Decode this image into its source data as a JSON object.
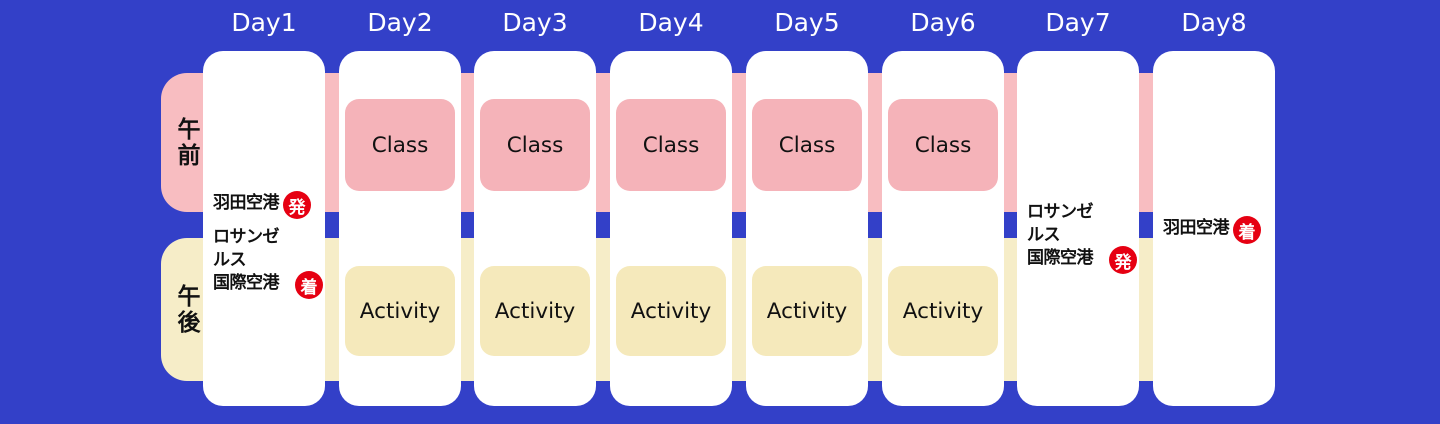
{
  "board": {
    "row_labels": [
      {
        "id": "am",
        "label": "午前"
      },
      {
        "id": "pm",
        "label": "午後"
      }
    ],
    "days": [
      {
        "header": "Day1",
        "type": "flights",
        "flights": [
          {
            "text": "羽田空港",
            "badge": "発"
          },
          {
            "text": "ロサンゼルス\n国際空港",
            "badge": "着"
          }
        ]
      },
      {
        "header": "Day2",
        "type": "schedule",
        "morning": "Class",
        "afternoon": "Activity"
      },
      {
        "header": "Day3",
        "type": "schedule",
        "morning": "Class",
        "afternoon": "Activity"
      },
      {
        "header": "Day4",
        "type": "schedule",
        "morning": "Class",
        "afternoon": "Activity"
      },
      {
        "header": "Day5",
        "type": "schedule",
        "morning": "Class",
        "afternoon": "Activity"
      },
      {
        "header": "Day6",
        "type": "schedule",
        "morning": "Class",
        "afternoon": "Activity"
      },
      {
        "header": "Day7",
        "type": "flights",
        "flights": [
          {
            "text": "ロサンゼルス\n国際空港",
            "badge": "発"
          }
        ]
      },
      {
        "header": "Day8",
        "type": "flights",
        "flights": [
          {
            "text": "羽田空港",
            "badge": "着"
          }
        ]
      }
    ]
  },
  "colors": {
    "background": "#3340c8",
    "morning_band": "#f8bdc1",
    "afternoon_band": "#f6edc8",
    "class_box": "#f5b3b9",
    "activity_box": "#f5e9bb",
    "badge_red": "#e60012",
    "card": "#ffffff",
    "day_header_text": "#ffffff",
    "text": "#111111"
  }
}
